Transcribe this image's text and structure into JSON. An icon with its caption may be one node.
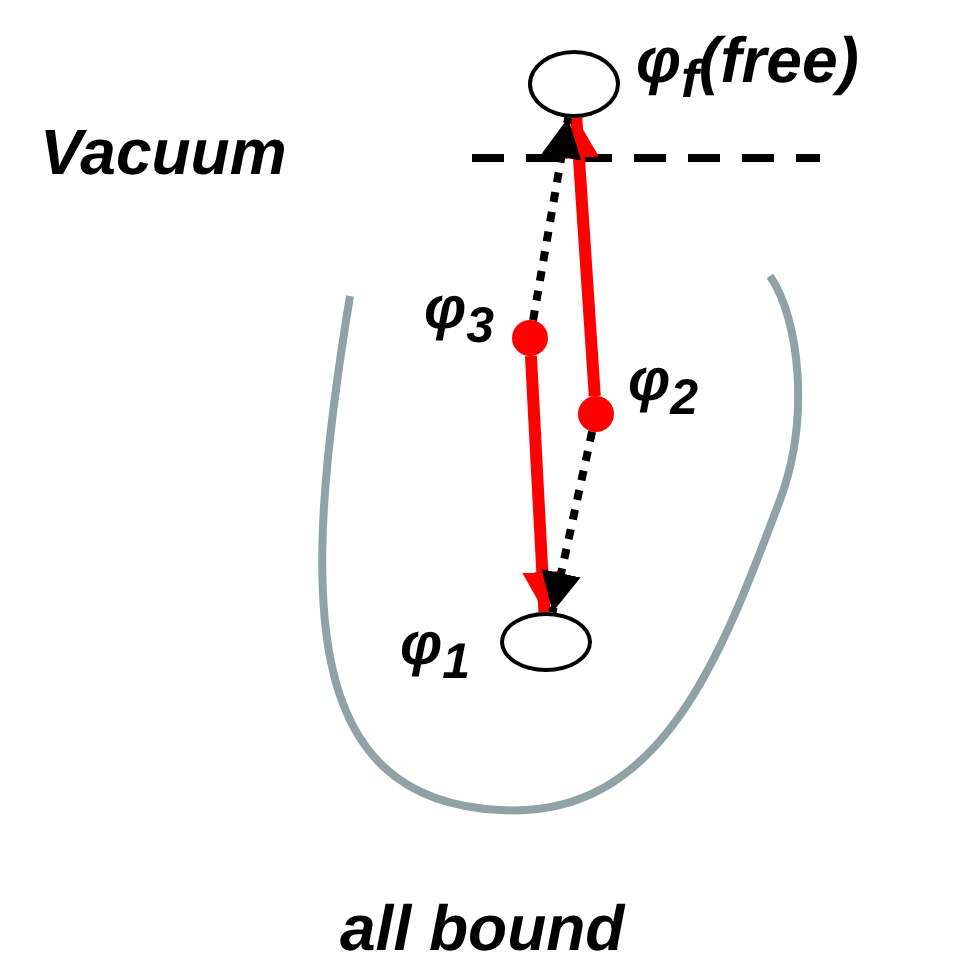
{
  "diagram": {
    "nodes": [
      {
        "text": [],
        "shape": "circle",
        "beside": [
          "φ$_{f}$(free)"
        ]
      },
      {
        "text": [],
        "shape": "circle",
        "beside": [
          "φ$_{3}$"
        ]
      },
      {
        "text": [],
        "shape": "circle",
        "beside": [
          "φ$_{2}$"
        ]
      },
      {
        "text": [],
        "shape": "circle",
        "beside": [
          "φ$_{1}$"
        ]
      }
    ],
    "edges": [
      {
        "from": 2,
        "to": 0,
        "arrow": "to",
        "color": "#ff0000"
      },
      {
        "from": 1,
        "to": 3,
        "arrow": "to",
        "color": "#ff0000"
      },
      {
        "from": 1,
        "to": 0,
        "arrow": "to",
        "style": "dashed",
        "color": "#000000"
      },
      {
        "from": 2,
        "to": 3,
        "arrow": "to",
        "style": "dashed",
        "color": "#000000"
      }
    ],
    "labels": [
      "Vacuum",
      "all bound"
    ]
  }
}
